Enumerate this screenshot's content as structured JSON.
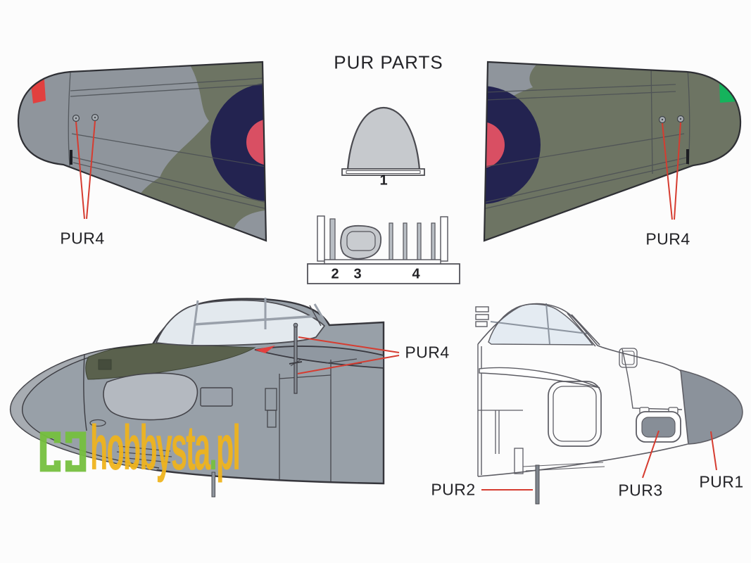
{
  "center_parts": {
    "title": "PUR PARTS",
    "dome": {
      "number": "1"
    },
    "strip": {
      "numbers": [
        "2",
        "3",
        "4"
      ]
    }
  },
  "callouts": {
    "left_wing": "PUR4",
    "right_wing": "PUR4",
    "fuselage_side": "PUR4",
    "nose_pur1": "PUR1",
    "nose_pur2": "PUR2",
    "nose_pur3": "PUR3"
  },
  "watermark": {
    "icon": "brackets-icon",
    "site_name": "hobbysta",
    "separator_dot": ".",
    "tld": "pl"
  },
  "colors": {
    "leader_red": "#d63c30",
    "camo_grey": "#8f959c",
    "camo_green": "#6d7463",
    "olive_band": "#5a614d",
    "roundel_navy": "#232350",
    "roundel_red": "#d94f63",
    "wingtip_red": "#e2403f",
    "wingtip_green": "#15b35c",
    "fuselage_grey": "#98a0a8",
    "nose_cap_grey": "#8b929b",
    "part_grey": "#c6c9cd",
    "logo_green": "#76c03e",
    "logo_yellow": "#f0b41c"
  }
}
